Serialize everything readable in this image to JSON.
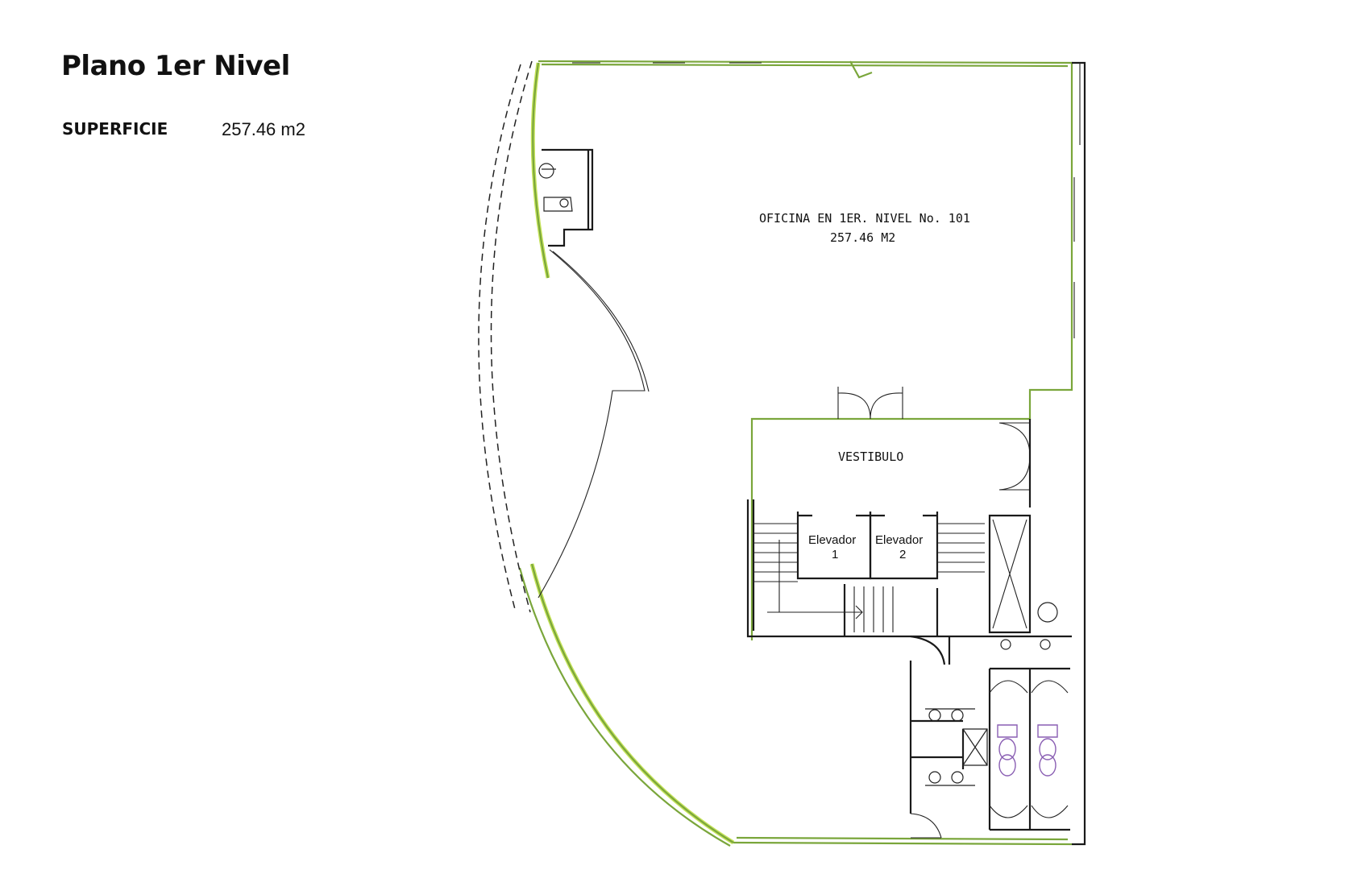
{
  "header": {
    "title": "Plano 1er Nivel",
    "area_label": "SUPERFICIE",
    "area_value": "257.46 m2"
  },
  "plan": {
    "office_name": "OFICINA EN 1ER. NIVEL No. 101",
    "office_area": "257.46 M2",
    "lobby": "VESTIBULO",
    "elevator_1_name": "Elevador",
    "elevator_1_num": "1",
    "elevator_2_name": "Elevador",
    "elevator_2_num": "2"
  },
  "colors": {
    "wall": "#1a1a1a",
    "window_frame": "#7aa63b",
    "glass": "#c5e35a",
    "toilet": "#8a5fb3"
  }
}
